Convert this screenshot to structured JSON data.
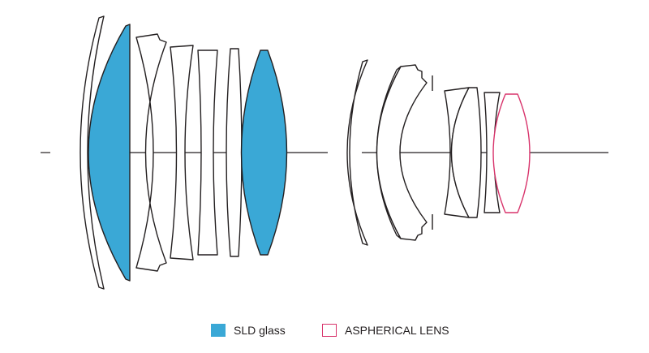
{
  "colors": {
    "outline": "#231f20",
    "sld_fill": "#3aa8d6",
    "aspherical_outline": "#d8336b",
    "background": "#ffffff"
  },
  "legend": {
    "sld_label": "SLD glass",
    "aspherical_label": "ASPHERICAL LENS"
  },
  "diagram": {
    "groups": [
      {
        "elements": [
          {
            "id": "front-meniscus",
            "type": "standard"
          },
          {
            "id": "front-sld",
            "type": "sld"
          },
          {
            "id": "element-3",
            "type": "standard"
          },
          {
            "id": "element-4",
            "type": "standard"
          },
          {
            "id": "element-5",
            "type": "standard"
          },
          {
            "id": "element-6",
            "type": "standard"
          },
          {
            "id": "element-7-sld",
            "type": "sld"
          }
        ]
      },
      {
        "elements": [
          {
            "id": "element-8",
            "type": "standard"
          },
          {
            "id": "element-9",
            "type": "standard"
          },
          {
            "id": "element-10",
            "type": "standard"
          },
          {
            "id": "element-11",
            "type": "standard"
          },
          {
            "id": "element-12",
            "type": "standard"
          },
          {
            "id": "element-13",
            "type": "standard"
          },
          {
            "id": "element-14-aspherical",
            "type": "aspherical"
          }
        ]
      }
    ]
  }
}
